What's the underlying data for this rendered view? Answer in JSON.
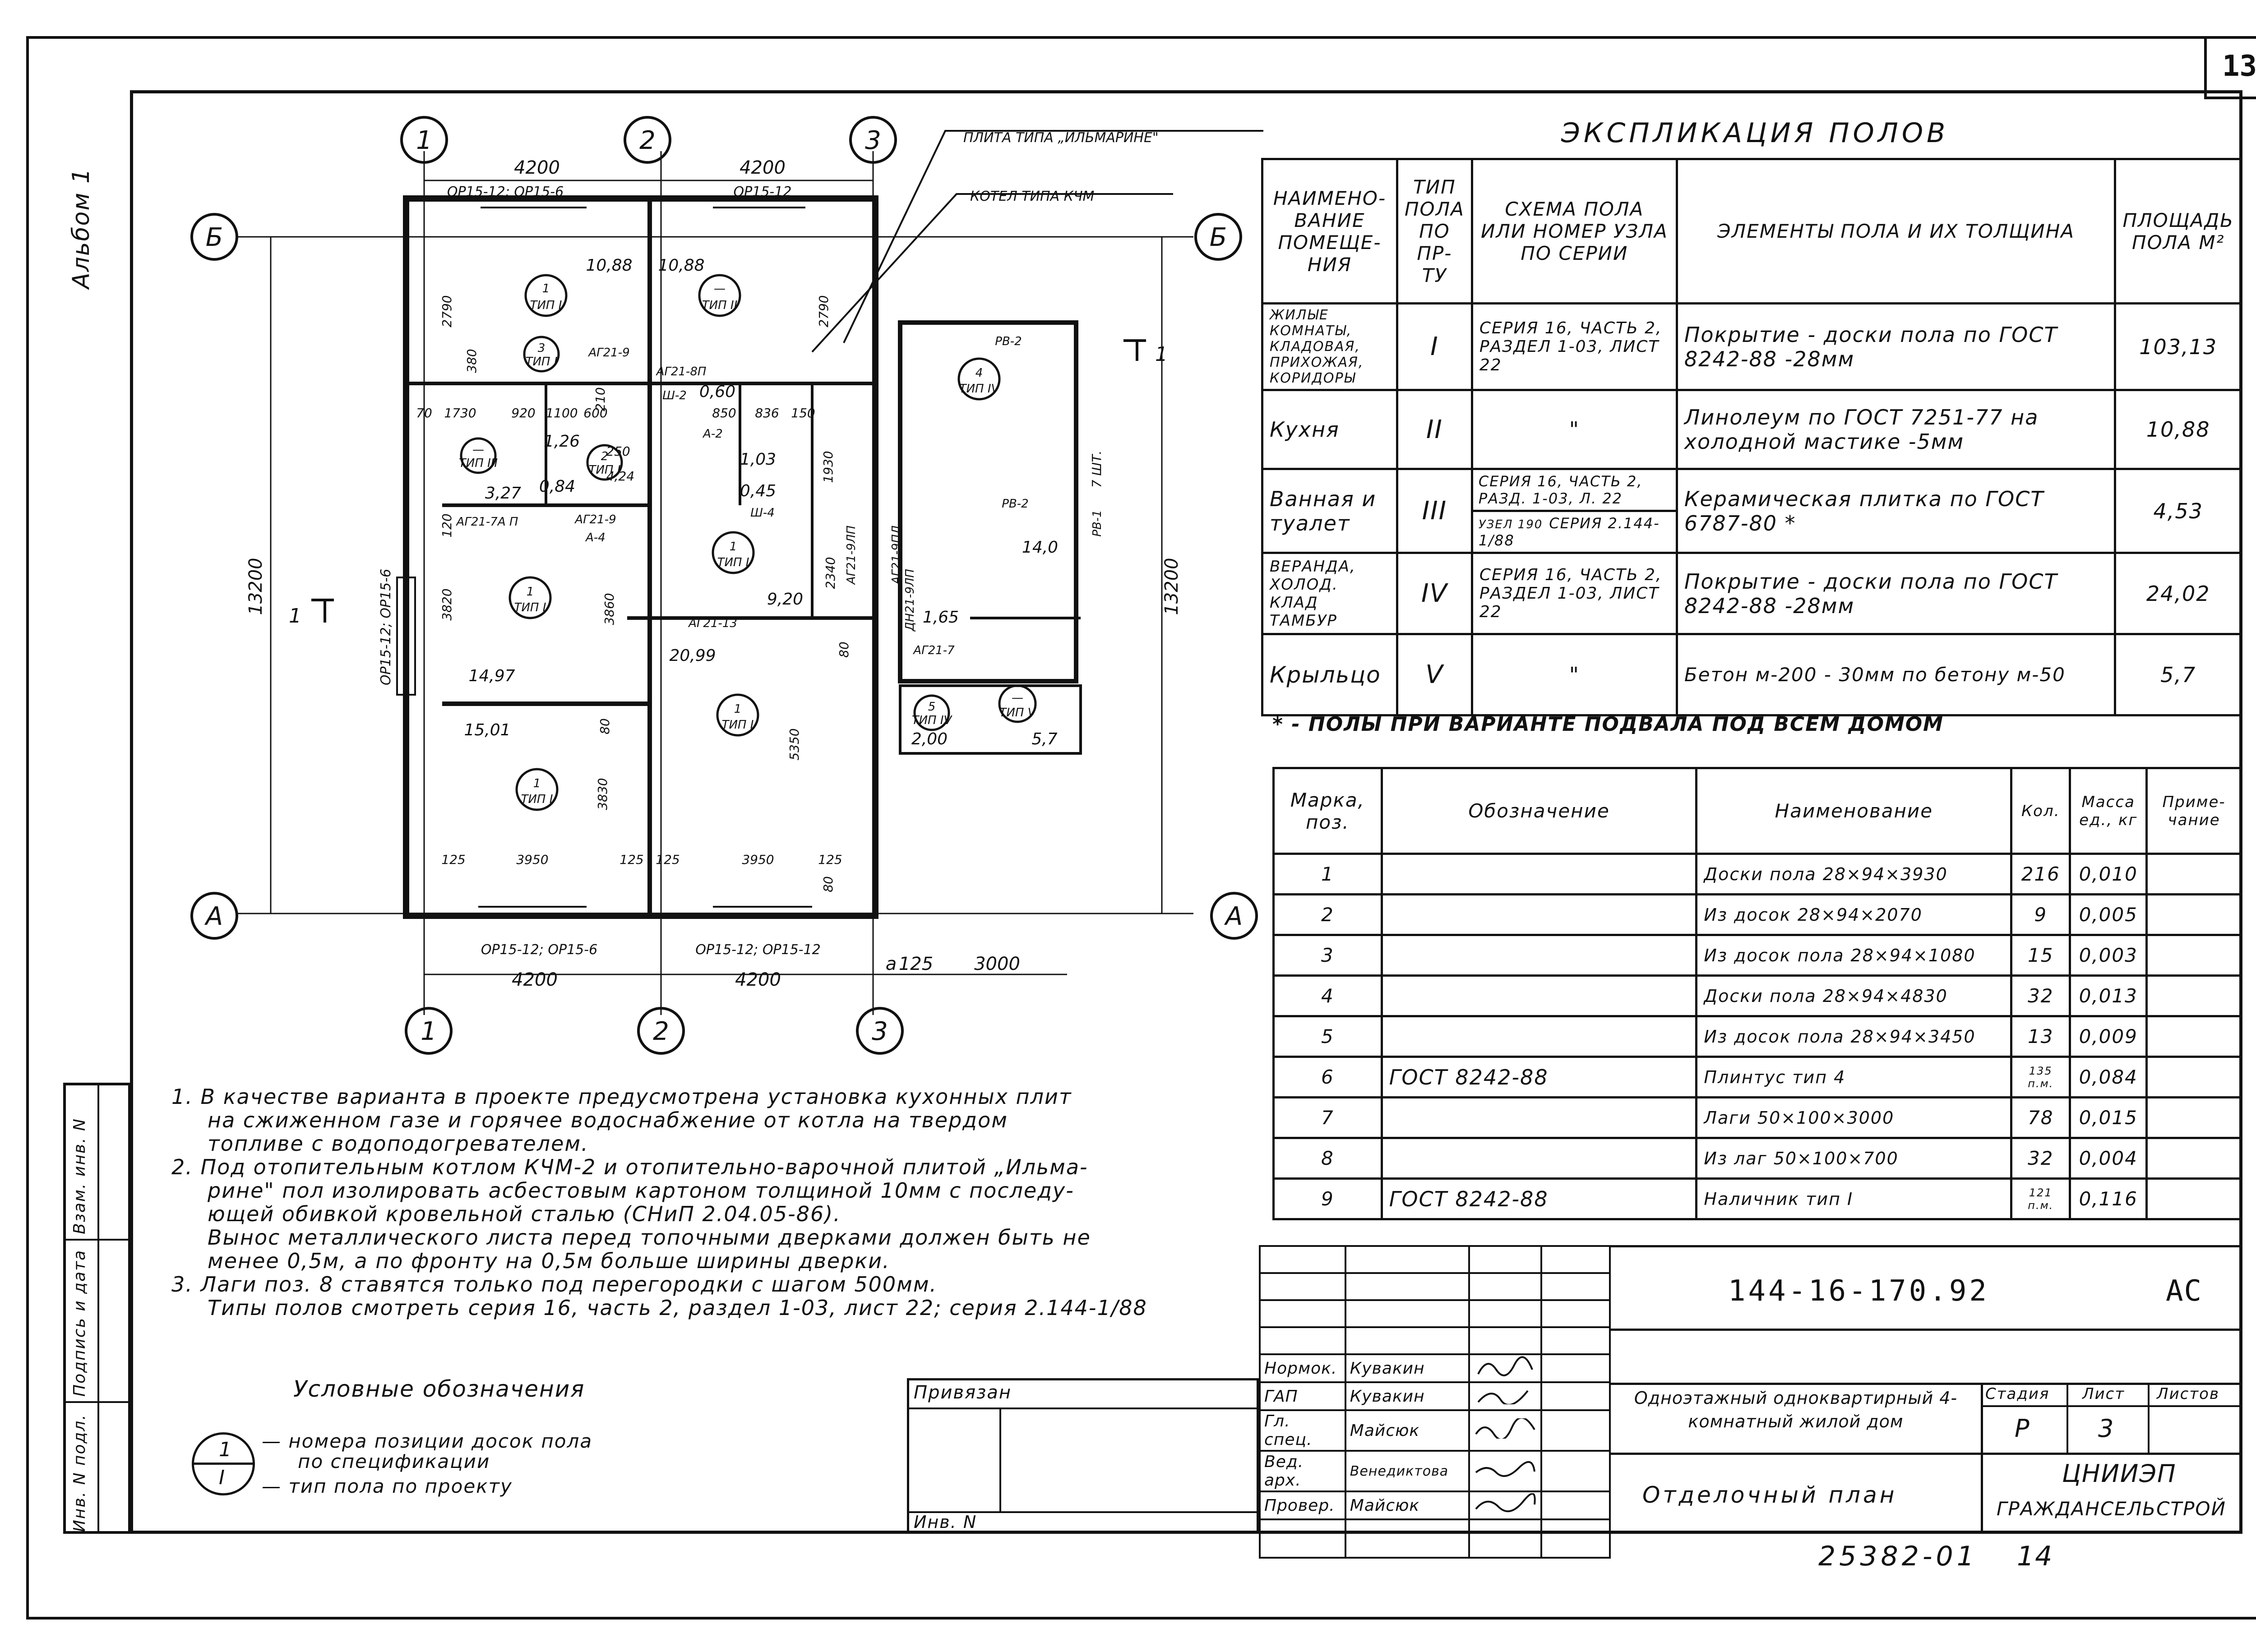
{
  "sheet_number": "13",
  "album_label": "Альбом 1",
  "plan": {
    "axes_top": [
      "1",
      "2",
      "3"
    ],
    "axes_bottom": [
      "1",
      "2",
      "3"
    ],
    "axes_side": [
      "Б",
      "А"
    ],
    "dim_top": [
      "4200",
      "4200"
    ],
    "dim_bottom": [
      "4200",
      "4200",
      "125",
      "3000"
    ],
    "dim_bottom_a": "а",
    "dim_side_left": "13200",
    "dim_side_right": "13200",
    "window_top_left": "ОР15-12; ОР15-6",
    "window_top_right": "ОР15-12",
    "window_bottom_left": "ОР15-12; ОР15-6",
    "window_bottom_right": "ОР15-12; ОР15-12",
    "window_left_side": "ОР15-12; ОР15-6",
    "label_stove": "ПЛИТА ТИПА „ИЛЬМАРИНЕ\"",
    "label_boiler": "КОТЕЛ ТИПА КЧМ",
    "section_mark": "1",
    "areas": [
      "10,88",
      "10,88",
      "14,97",
      "15,01",
      "20,99",
      "9,20",
      "14,0",
      "2,00",
      "5,7",
      "1,03",
      "0,45",
      "3,27",
      "0,84",
      "1,65",
      "1,26",
      "0,60"
    ],
    "dims_inner": [
      "2790",
      "2790",
      "380",
      "3820",
      "3860",
      "3830",
      "5350",
      "2340",
      "1930",
      "120",
      "80",
      "80",
      "80",
      "3950",
      "3950",
      "125",
      "125",
      "125",
      "125",
      "1730",
      "920",
      "1100",
      "600",
      "850",
      "836",
      "150",
      "210",
      "250",
      "70",
      "4,24",
      "7 ШТ."
    ],
    "tags": [
      "АГ21-9",
      "АГ21-8П",
      "АГ21-7А П",
      "АГ21-9",
      "А-4",
      "АГ21-7",
      "АГ21-13",
      "АГ21-9ЛП",
      "АГ21-9ПЛ",
      "ДН21-9ЛП",
      "Ш-2",
      "А-2",
      "Ш-4",
      "РВ-2",
      "РВ-2",
      "РВ-1"
    ],
    "room_markers": [
      {
        "num": "1",
        "type": "ТИП I"
      },
      {
        "num": "—",
        "type": "ТИП II"
      },
      {
        "num": "3",
        "type": "ТИП I"
      },
      {
        "num": "—",
        "type": "ТИП III"
      },
      {
        "num": "2",
        "type": "ТИП I"
      },
      {
        "num": "4",
        "type": "ТИП IV"
      },
      {
        "num": "1",
        "type": "ТИП I"
      },
      {
        "num": "1",
        "type": "ТИП I"
      },
      {
        "num": "1",
        "type": "ТИП I"
      },
      {
        "num": "1",
        "type": "ТИП I"
      },
      {
        "num": "5",
        "type": "ТИП IV"
      },
      {
        "num": "—",
        "type": "ТИП V"
      }
    ]
  },
  "explication": {
    "title": "ЭКСПЛИКАЦИЯ ПОЛОВ",
    "headers": [
      "НАИМЕНО-ВАНИЕ ПОМЕЩЕ-НИЯ",
      "ТИП ПОЛА ПО ПР-ТУ",
      "СХЕМА ПОЛА ИЛИ НОМЕР УЗЛА ПО СЕРИИ",
      "ЭЛЕМЕНТЫ ПОЛА И ИХ ТОЛЩИНА",
      "ПЛОЩАДЬ ПОЛА М²"
    ],
    "rows": [
      {
        "room": "ЖИЛЫЕ КОМНАТЫ, КЛАДОВАЯ, ПРИХОЖАЯ, КОРИДОРЫ",
        "type": "I",
        "scheme": "СЕРИЯ 16, ЧАСТЬ 2, РАЗДЕЛ 1-03, ЛИСТ 22",
        "elements": "Покрытие - доски пола по ГОСТ 8242-88 -28мм",
        "area": "103,13"
      },
      {
        "room": "Кухня",
        "type": "II",
        "scheme": "\"",
        "elements": "Линолеум по ГОСТ 7251-77 на холодной мастике -5мм",
        "area": "10,88"
      },
      {
        "room": "Ванная и туалет",
        "type": "III",
        "scheme": "СЕРИЯ 16, ЧАСТЬ 2, РАЗД. 1-03, Л. 22",
        "scheme2_label": "УЗЕЛ 190",
        "scheme2": "СЕРИЯ 2.144-1/88",
        "elements": "Керамическая плитка по ГОСТ 6787-80 *",
        "area": "4,53"
      },
      {
        "room": "ВЕРАНДА, ХОЛОД. КЛАД ТАМБУР",
        "type": "IV",
        "scheme": "СЕРИЯ 16, ЧАСТЬ 2, РАЗДЕЛ 1-03, ЛИСТ 22",
        "elements": "Покрытие - доски пола по ГОСТ 8242-88 -28мм",
        "area": "24,02"
      },
      {
        "room": "Крыльцо",
        "type": "V",
        "scheme": "\"",
        "elements": "Бетон м-200 - 30мм по бетону м-50",
        "area": "5,7"
      }
    ],
    "footnote": "* - ПОЛЫ ПРИ ВАРИАНТЕ ПОДВАЛА ПОД ВСЕМ ДОМОМ"
  },
  "spec": {
    "headers": [
      "Марка, поз.",
      "Обозначение",
      "Наименование",
      "Кол.",
      "Масса ед., кг",
      "Приме-чание"
    ],
    "rows": [
      {
        "pos": "1",
        "desig": "",
        "name": "Доски пола 28×94×3930",
        "qty": "216",
        "mass": "0,010",
        "note": ""
      },
      {
        "pos": "2",
        "desig": "",
        "name": "Из досок 28×94×2070",
        "qty": "9",
        "mass": "0,005",
        "note": ""
      },
      {
        "pos": "3",
        "desig": "",
        "name": "Из досок пола 28×94×1080",
        "qty": "15",
        "mass": "0,003",
        "note": ""
      },
      {
        "pos": "4",
        "desig": "",
        "name": "Доски пола 28×94×4830",
        "qty": "32",
        "mass": "0,013",
        "note": ""
      },
      {
        "pos": "5",
        "desig": "",
        "name": "Из досок пола 28×94×3450",
        "qty": "13",
        "mass": "0,009",
        "note": ""
      },
      {
        "pos": "6",
        "desig": "ГОСТ 8242-88",
        "name": "Плинтус тип 4",
        "qty": "135 п.м.",
        "mass": "0,084",
        "note": ""
      },
      {
        "pos": "7",
        "desig": "",
        "name": "Лаги 50×100×3000",
        "qty": "78",
        "mass": "0,015",
        "note": ""
      },
      {
        "pos": "8",
        "desig": "",
        "name": "Из лаг 50×100×700",
        "qty": "32",
        "mass": "0,004",
        "note": ""
      },
      {
        "pos": "9",
        "desig": "ГОСТ 8242-88",
        "name": "Наличник тип I",
        "qty": "121 п.м.",
        "mass": "0,116",
        "note": ""
      }
    ]
  },
  "notes": [
    "1. В качестве варианта в проекте предусмотрена установка кухонных плит",
    "на сжиженном газе и горячее водоснабжение от котла на твердом",
    "топливе с водоподогревателем.",
    "2. Под отопительным котлом КЧМ-2 и отопительно-варочной плитой „Ильма-",
    "рине\" пол изолировать асбестовым картоном толщиной 10мм с последу-",
    "ющей обивкой кровельной сталью (СНиП 2.04.05-86).",
    "Вынос металлического листа перед топочными дверками должен быть не",
    "менее 0,5м, а по фронту на 0,5м больше ширины дверки.",
    "3. Лаги поз. 8 ставятся только под перегородки с шагом 500мм.",
    "Типы полов смотреть серия 16, часть 2, раздел 1-03, лист 22; серия 2.144-1/88"
  ],
  "legend": {
    "title": "Условные обозначения",
    "sym_top": "1",
    "sym_bottom": "I",
    "line1": "— номера позиции досок пола",
    "line2": "по спецификации",
    "line3": "— тип пола по проекту"
  },
  "side_stamp": [
    "Инв. N подл.",
    "Подпись и дата",
    "Взам. инв. N"
  ],
  "title_block": {
    "doc_code": "144-16-170.92",
    "doc_suffix": "АС",
    "bound_label": "Привязан",
    "inv_label": "Инв. N",
    "project_name": "Одноэтажный одноквартирный 4-комнатный жилой дом",
    "sheet_name": "Отделочный план",
    "org": "ЦНИИЭП",
    "org2": "ГРАЖДАНСЕЛЬСТРОЙ",
    "stage_label": "Стадия",
    "sheet_label": "Лист",
    "sheets_label": "Листов",
    "stage": "Р",
    "sheet": "3",
    "sheets": "",
    "people": [
      {
        "role": "Нормок.",
        "name": "Кувакин"
      },
      {
        "role": "ГАП",
        "name": "Кувакин"
      },
      {
        "role": "Гл. спец.",
        "name": "Майсюк"
      },
      {
        "role": "Вед. арх.",
        "name": "Венедиктова"
      },
      {
        "role": "Провер.",
        "name": "Майсюк"
      }
    ],
    "archive_no": "25382-01",
    "archive_page": "14"
  }
}
